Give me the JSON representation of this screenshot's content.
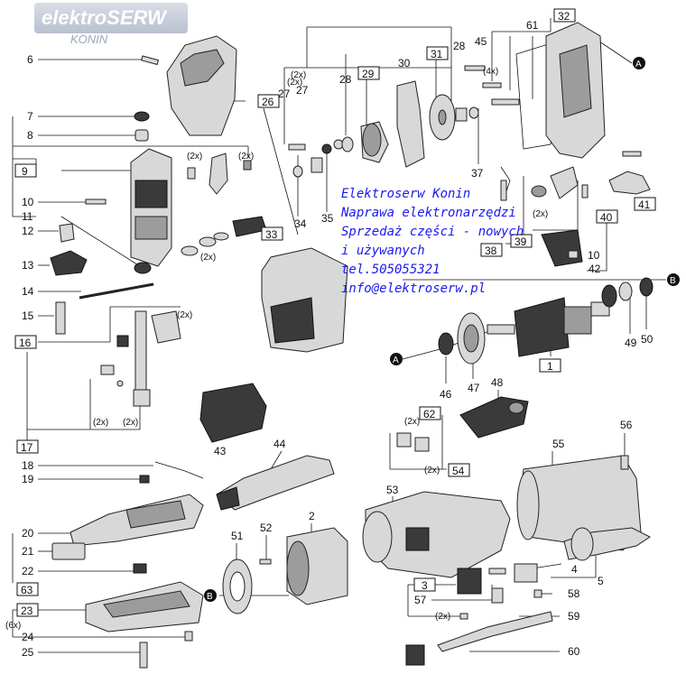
{
  "logo": {
    "brand": "elektroSERW",
    "city": "KONIN"
  },
  "contact": {
    "lines": [
      "Elektroserw Konin",
      "Naprawa elektronarzędzi",
      "Sprzedaż części - nowych",
      "i używanych",
      "tel.505055321",
      "info@elektroserw.pl"
    ]
  },
  "parts": {
    "p1": "1",
    "p2": "2",
    "p3": "3",
    "p4": "4",
    "p5": "5",
    "p6": "6",
    "p7": "7",
    "p8": "8",
    "p9": "9",
    "p10": "10",
    "p10b": "10",
    "p11": "11",
    "p12": "12",
    "p13": "13",
    "p14": "14",
    "p15": "15",
    "p16": "16",
    "p17": "17",
    "p18": "18",
    "p19": "19",
    "p20": "20",
    "p21": "21",
    "p22": "22",
    "p23": "23",
    "p24": "24",
    "p25": "25",
    "p26": "26",
    "p27a": "27",
    "p27b": "27",
    "p28a": "28",
    "p28b": "28",
    "p29": "29",
    "p30": "30",
    "p31": "31",
    "p32": "32",
    "p33": "33",
    "p34": "34",
    "p35": "35",
    "p37": "37",
    "p38": "38",
    "p39": "39",
    "p40": "40",
    "p41": "41",
    "p42": "42",
    "p43": "43",
    "p44": "44",
    "p45": "45",
    "p46": "46",
    "p47": "47",
    "p48": "48",
    "p49": "49",
    "p50": "50",
    "p51": "51",
    "p52": "52",
    "p53": "53",
    "p54": "54",
    "p55": "55",
    "p56": "56",
    "p57": "57",
    "p58": "58",
    "p59": "59",
    "p60": "60",
    "p61": "61",
    "p62": "62",
    "p63": "63"
  },
  "qty": {
    "q2x": "(2x)",
    "q4x": "(4x)",
    "q6x": "(6x)"
  },
  "markers": {
    "a": "A",
    "b": "B"
  }
}
